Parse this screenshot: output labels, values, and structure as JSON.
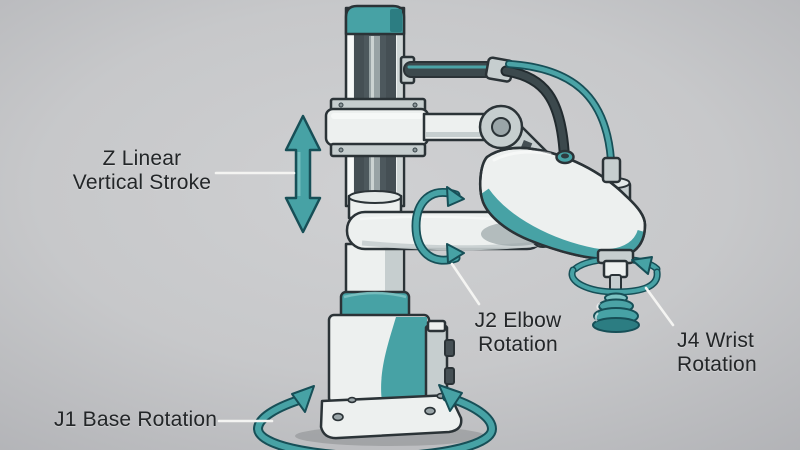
{
  "colors": {
    "background": "#c7c8ca",
    "highlight": "#cfd0d2",
    "vignette": "#adaeb2",
    "teal": "#47a2a5",
    "teal_light": "#7cc3c3",
    "teal_dark": "#2c7d82",
    "teal_deep": "#174f57",
    "outline": "#2b3337",
    "body_light": "#edf0ef",
    "body_mid": "#c6cecf",
    "body_shade": "#9aa5a8",
    "slot": "#454f54",
    "slot_center": "#4d585d",
    "rod": "#98a3a5",
    "cable_dark": "#3c494d",
    "cable_teal": "#4ba3a6",
    "label": "#232628",
    "leader": "#f4f4f2"
  },
  "labels": {
    "z_stroke": {
      "line1": "Z Linear",
      "line2": "Vertical Stroke"
    },
    "j2_elbow": {
      "line1": "J2 Elbow",
      "line2": "Rotation"
    },
    "j4_wrist": {
      "line1": "J4 Wrist",
      "line2": "Rotation"
    },
    "j1_base": {
      "line1": "J1 Base Rotation"
    }
  }
}
